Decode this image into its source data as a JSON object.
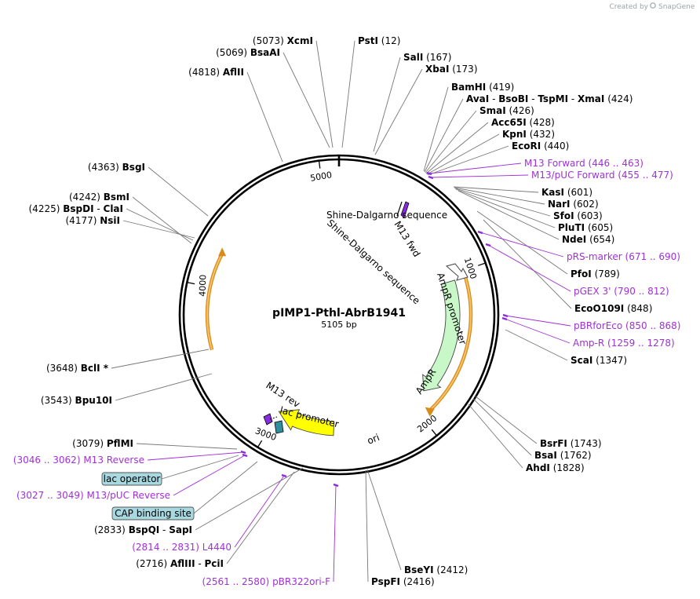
{
  "watermark": {
    "created_by": "Created by",
    "brand": "SnapGene"
  },
  "plasmid": {
    "name": "pIMP1-Pthl-AbrB1941",
    "length_label": "5105 bp",
    "length": 5105
  },
  "ticks": [
    {
      "pos": 1000,
      "label": "1000"
    },
    {
      "pos": 2000,
      "label": "2000"
    },
    {
      "pos": 3000,
      "label": "3000"
    },
    {
      "pos": 4000,
      "label": "4000"
    },
    {
      "pos": 5000,
      "label": "5000"
    }
  ],
  "enzymes": [
    {
      "names": [
        "XcmI"
      ],
      "coord": "(5073)",
      "pos": 5073
    },
    {
      "names": [
        "BsaAI"
      ],
      "coord": "(5069)",
      "pos": 5069
    },
    {
      "names": [
        "AflII"
      ],
      "coord": "(4818)",
      "pos": 4818
    },
    {
      "names": [
        "PstI"
      ],
      "coord": "(12)",
      "pos": 12
    },
    {
      "names": [
        "SalI"
      ],
      "coord": "(167)",
      "pos": 167
    },
    {
      "names": [
        "XbaI"
      ],
      "coord": "(173)",
      "pos": 173
    },
    {
      "names": [
        "BamHI"
      ],
      "coord": "(419)",
      "pos": 419
    },
    {
      "names": [
        "AvaI",
        "BsoBI",
        "TspMI",
        "XmaI"
      ],
      "coord": "(424)",
      "pos": 424
    },
    {
      "names": [
        "SmaI"
      ],
      "coord": "(426)",
      "pos": 426
    },
    {
      "names": [
        "Acc65I"
      ],
      "coord": "(428)",
      "pos": 428
    },
    {
      "names": [
        "KpnI"
      ],
      "coord": "(432)",
      "pos": 432
    },
    {
      "names": [
        "EcoRI"
      ],
      "coord": "(440)",
      "pos": 440
    },
    {
      "names": [
        "KasI"
      ],
      "coord": "(601)",
      "pos": 601
    },
    {
      "names": [
        "NarI"
      ],
      "coord": "(602)",
      "pos": 602
    },
    {
      "names": [
        "SfoI"
      ],
      "coord": "(603)",
      "pos": 603
    },
    {
      "names": [
        "PluTI"
      ],
      "coord": "(605)",
      "pos": 605
    },
    {
      "names": [
        "NdeI"
      ],
      "coord": "(654)",
      "pos": 654
    },
    {
      "names": [
        "PfoI"
      ],
      "coord": "(789)",
      "pos": 789
    },
    {
      "names": [
        "EcoO109I"
      ],
      "coord": "(848)",
      "pos": 848
    },
    {
      "names": [
        "ScaI"
      ],
      "coord": "(1347)",
      "pos": 1347
    },
    {
      "names": [
        "BsrFI"
      ],
      "coord": "(1743)",
      "pos": 1743
    },
    {
      "names": [
        "BsaI"
      ],
      "coord": "(1762)",
      "pos": 1762
    },
    {
      "names": [
        "AhdI"
      ],
      "coord": "(1828)",
      "pos": 1828
    },
    {
      "names": [
        "BseYI"
      ],
      "coord": "(2412)",
      "pos": 2412
    },
    {
      "names": [
        "PspFI"
      ],
      "coord": "(2416)",
      "pos": 2416
    },
    {
      "names": [
        "AflIII",
        "PciI"
      ],
      "coord": "(2716)",
      "pos": 2716
    },
    {
      "names": [
        "BspQI",
        "SapI"
      ],
      "coord": "(2833)",
      "pos": 2833
    },
    {
      "names": [
        "PflMI"
      ],
      "coord": "(3079)",
      "pos": 3079
    },
    {
      "names": [
        "Bpu10I"
      ],
      "coord": "(3543)",
      "pos": 3543
    },
    {
      "names": [
        "BclI *"
      ],
      "coord": "(3648)",
      "pos": 3648
    },
    {
      "names": [
        "NsiI"
      ],
      "coord": "(4177)",
      "pos": 4177
    },
    {
      "names": [
        "BspDI",
        "ClaI"
      ],
      "coord": "(4225)",
      "pos": 4225
    },
    {
      "names": [
        "BsmI"
      ],
      "coord": "(4242)",
      "pos": 4242
    },
    {
      "names": [
        "BsgI"
      ],
      "coord": "(4363)",
      "pos": 4363
    }
  ],
  "primers": [
    {
      "name": "M13 Forward",
      "coord": "(446 .. 463)",
      "start": 446,
      "end": 463
    },
    {
      "name": "M13/pUC Forward",
      "coord": "(455 .. 477)",
      "start": 455,
      "end": 477
    },
    {
      "name": "pRS-marker",
      "coord": "(671 .. 690)",
      "start": 671,
      "end": 690
    },
    {
      "name": "pGEX 3'",
      "coord": "(790 .. 812)",
      "start": 790,
      "end": 812
    },
    {
      "name": "pBRforEco",
      "coord": "(850 .. 868)",
      "start": 850,
      "end": 868
    },
    {
      "name": "Amp-R",
      "coord": "(1259 .. 1278)",
      "start": 1259,
      "end": 1278
    },
    {
      "name": "pBR322ori-F",
      "coord": "(2561 .. 2580)",
      "start": 2561,
      "end": 2580
    },
    {
      "name": "L4440",
      "coord": "(2814 .. 2831)",
      "start": 2814,
      "end": 2831
    },
    {
      "name": "M13/pUC Reverse",
      "coord": "(3027 .. 3049)",
      "start": 3027,
      "end": 3049
    },
    {
      "name": "M13 Reverse",
      "coord": "(3046 .. 3062)",
      "start": 3046,
      "end": 3062
    }
  ],
  "boxed_features": [
    {
      "name": "lac operator"
    },
    {
      "name": "CAP binding site"
    }
  ],
  "features": [
    {
      "name": "AmpR",
      "start": 1002,
      "end": 1862,
      "color": "#c8f7c8"
    },
    {
      "name": "AmpR promoter",
      "start": 897,
      "end": 1002,
      "color": "#ffffff"
    },
    {
      "name": "ori",
      "start": 2033,
      "end": 2621,
      "color": "#ffff00"
    },
    {
      "name": "Shine-Dalgarno sequence",
      "color": "#000000"
    },
    {
      "name": "M13 fwd",
      "color": "#8a2be2"
    },
    {
      "name": "M13 rev",
      "color": "#8a2be2"
    },
    {
      "name": "lac promoter",
      "color": "#2f8f9f"
    }
  ],
  "colors": {
    "backbone": "#000000",
    "primer": "#a030d8",
    "orf": "#e8a23a",
    "box_fill": "#a8d8e0"
  }
}
